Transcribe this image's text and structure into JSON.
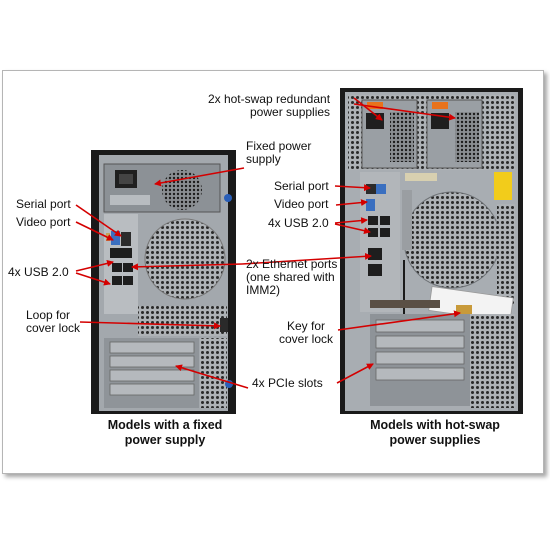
{
  "labels": {
    "fixed_power_supply": [
      "Fixed power",
      "supply"
    ],
    "serial_port_left": "Serial port",
    "video_port_left": "Video port",
    "usb_left": "4x USB 2.0",
    "loop_cover_lock": [
      "Loop for",
      "cover lock"
    ],
    "hot_swap_psu": [
      "2x hot-swap redundant",
      "power supplies"
    ],
    "serial_port_right": "Serial port",
    "video_port_right": "Video port",
    "usb_right": "4x USB 2.0",
    "ethernet_ports": [
      "2x Ethernet ports",
      "(one shared with",
      "IMM2)"
    ],
    "key_cover_lock": [
      "Key for",
      "cover lock"
    ],
    "pcie_slots": "4x PCIe slots"
  },
  "captions": {
    "left": [
      "Models with a fixed",
      "power supply"
    ],
    "right": [
      "Models with hot-swap",
      "power supplies"
    ]
  },
  "colors": {
    "arrow": "#d40000",
    "chassis": "#1a1a1a",
    "panel": "#9ea3a8",
    "accent_orange": "#e8731c",
    "accent_blue": "#2a5fb8",
    "warning_yellow": "#f2cc1b"
  }
}
